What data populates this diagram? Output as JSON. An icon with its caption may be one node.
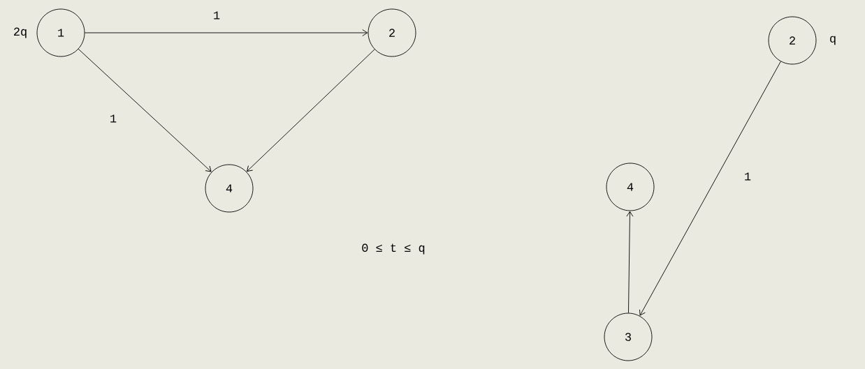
{
  "diagram": {
    "nodes": [
      {
        "text": [
          "1"
        ],
        "beside": [
          "2q"
        ]
      },
      {
        "text": [
          "2"
        ]
      },
      {
        "text": [
          "4"
        ]
      },
      {
        "text": [
          "2"
        ],
        "beside": [
          "q"
        ]
      },
      {
        "text": [
          "4"
        ]
      },
      {
        "text": [
          "3"
        ]
      }
    ],
    "edges": [
      {
        "from": 0,
        "to": 1,
        "arrow": "to",
        "label": "1"
      },
      {
        "from": 0,
        "to": 2,
        "arrow": "to",
        "label": "1"
      },
      {
        "from": 1,
        "to": 2,
        "arrow": "to"
      },
      {
        "from": 3,
        "to": 5,
        "arrow": "to",
        "label": "1"
      },
      {
        "from": 5,
        "to": 4,
        "arrow": "to"
      }
    ],
    "labels": [
      "0 ≤ t ≤ q"
    ]
  }
}
